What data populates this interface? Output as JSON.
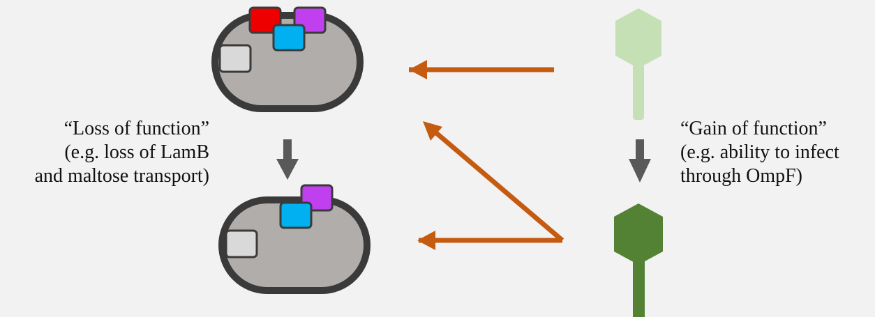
{
  "labels": {
    "loss": {
      "line1": "“Loss of function”",
      "line2": "(e.g. loss of LamB",
      "line3": "and maltose transport)"
    },
    "gain": {
      "line1": "“Gain of function”",
      "line2": "(e.g. ability to infect",
      "line3": "through OmpF)"
    }
  },
  "colors": {
    "background": "#f2f2f2",
    "cell_fill": "#b1adab",
    "cell_border": "#3a3a3a",
    "receptor_lamb": "#ee0000",
    "receptor_ompf": "#00b0f0",
    "receptor_purple": "#c040f0",
    "receptor_gray": "#d9d9d9",
    "phage_ancestral": "#c5e0b4",
    "phage_evolved": "#548235",
    "interaction_arrow": "#c55a11",
    "transition_arrow": "#595959"
  },
  "icons": {
    "ancestral_cell": "bacterial-cell-icon",
    "evolved_cell": "bacterial-cell-icon",
    "ancestral_phage": "phage-icon",
    "evolved_phage": "phage-icon"
  }
}
